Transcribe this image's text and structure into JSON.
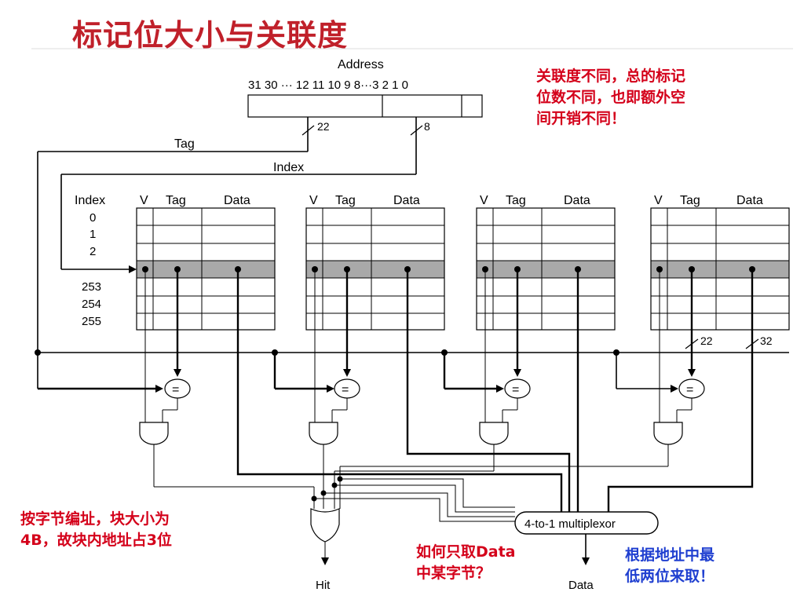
{
  "page_title": "标记位大小与关联度",
  "address": {
    "label": "Address",
    "bits_label": "31 30 ··· 12 11 10 9 8···3 2 1 0",
    "tag_label": "Tag",
    "index_label": "Index",
    "tag_width": "22",
    "index_width": "8"
  },
  "table": {
    "index_header": "Index",
    "columns": [
      "V",
      "Tag",
      "Data"
    ],
    "rows_top": [
      "0",
      "1",
      "2"
    ],
    "rows_bottom": [
      "253",
      "254",
      "255"
    ]
  },
  "widths": {
    "tag": "22",
    "data": "32"
  },
  "comparator_symbol": "=",
  "mux_label": "4-to-1 multiplexor",
  "outputs": {
    "hit": "Hit",
    "data": "Data"
  },
  "notes": {
    "top_right": [
      "关联度不同，总的标记",
      "位数不同，也即额外空",
      "间开销不同！"
    ],
    "bottom_left": [
      "按字节编址，块大小为",
      "4B，故块内地址占3位"
    ],
    "bottom_mid": [
      "如何只取Data",
      "中某字节？"
    ],
    "bottom_right": [
      "根据地址中最",
      "低两位来取！"
    ]
  },
  "colors": {
    "title": "#c0202a",
    "note_red": "#d4001a",
    "note_blue": "#1f3fd0",
    "selected_row": "#a9a9a9"
  }
}
